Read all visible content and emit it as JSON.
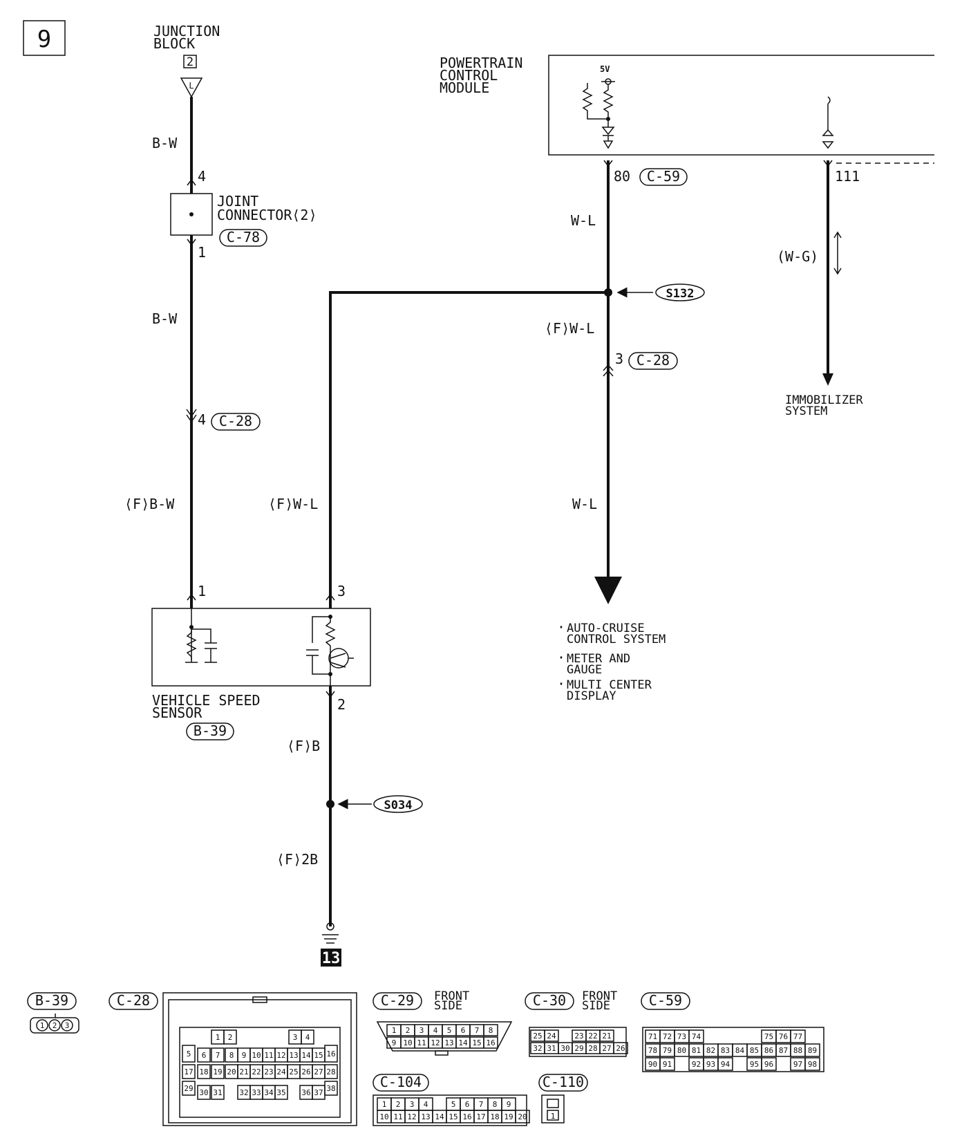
{
  "page_number": "9",
  "components": {
    "junction_block": {
      "line1": "JUNCTION",
      "line2": "BLOCK",
      "num": "2",
      "pin": "L"
    },
    "pcm": {
      "line1": "POWERTRAIN",
      "line2": "CONTROL",
      "line3": "MODULE",
      "voltage": "5V"
    },
    "joint_connector": {
      "line1": "JOINT",
      "line2": "CONNECTOR⟨2⟩",
      "ref": "C-78"
    },
    "vss": {
      "line1": "VEHICLE SPEED",
      "line2": "SENSOR",
      "ref": "B-39"
    },
    "immobilizer": {
      "line1": "IMMOBILIZER",
      "line2": "SYSTEM"
    }
  },
  "wires": {
    "bw_top": "B-W",
    "bw_mid": "B-W",
    "f_bw": "⟨F⟩B-W",
    "f_wl_left": "⟨F⟩W-L",
    "wl_top": "W-L",
    "f_wl_mid": "⟨F⟩W-L",
    "wl_bottom": "W-L",
    "wg": "(W-G)",
    "f_b": "⟨F⟩B",
    "f_2b": "⟨F⟩2B"
  },
  "pins": {
    "jc_top": "4",
    "jc_bottom": "1",
    "c28_left": "4",
    "vss_1": "1",
    "vss_3": "3",
    "vss_2": "2",
    "pcm_80": "80",
    "pcm_111": "111",
    "c28_right": "3"
  },
  "refs": {
    "c59": "C-59",
    "c28_a": "C-28",
    "c28_b": "C-28"
  },
  "splices": {
    "s132": "S132",
    "s034": "S034"
  },
  "ground": "13",
  "destinations": [
    {
      "line1": "AUTO-CRUISE",
      "line2": "CONTROL SYSTEM"
    },
    {
      "line1": "METER AND",
      "line2": "GAUGE"
    },
    {
      "line1": "MULTI CENTER",
      "line2": "DISPLAY"
    }
  ],
  "connectors": {
    "b39": {
      "label": "B-39",
      "pins": [
        "1",
        "2",
        "3"
      ]
    },
    "c28": {
      "label": "C-28",
      "pins": [
        "1",
        "2",
        "3",
        "4",
        "5",
        "6",
        "7",
        "8",
        "9",
        "10",
        "11",
        "12",
        "13",
        "14",
        "15",
        "16",
        "17",
        "18",
        "19",
        "20",
        "21",
        "22",
        "23",
        "24",
        "25",
        "26",
        "27",
        "28",
        "29",
        "30",
        "31",
        "32",
        "33",
        "34",
        "35",
        "36",
        "37",
        "38"
      ]
    },
    "c29": {
      "label": "C-29",
      "note1": "FRONT",
      "note2": "SIDE",
      "row1": [
        "1",
        "2",
        "3",
        "4",
        "5",
        "6",
        "7",
        "8"
      ],
      "row2": [
        "9",
        "10",
        "11",
        "12",
        "13",
        "14",
        "15",
        "16"
      ]
    },
    "c30": {
      "label": "C-30",
      "note1": "FRONT",
      "note2": "SIDE",
      "row1": [
        "25",
        "24",
        "",
        "23",
        "22",
        "21"
      ],
      "row2": [
        "32",
        "31",
        "30",
        "29",
        "28",
        "27",
        "26"
      ]
    },
    "c59": {
      "label": "C-59",
      "row1": [
        "71",
        "72",
        "73",
        "74",
        "",
        "",
        "",
        "",
        "75",
        "76",
        "77"
      ],
      "row2": [
        "78",
        "79",
        "80",
        "81",
        "82",
        "83",
        "84",
        "85",
        "86",
        "87",
        "88",
        "89"
      ],
      "row3": [
        "90",
        "91",
        "",
        "92",
        "93",
        "94",
        "",
        "95",
        "96",
        "",
        "97",
        "98"
      ]
    },
    "c104": {
      "label": "C-104",
      "row1": [
        "1",
        "2",
        "3",
        "4",
        "",
        "5",
        "6",
        "7",
        "8",
        "9"
      ],
      "row2": [
        "10",
        "11",
        "12",
        "13",
        "14",
        "15",
        "16",
        "17",
        "18",
        "19",
        "20"
      ]
    },
    "c110": {
      "label": "C-110",
      "pin": "1"
    }
  }
}
